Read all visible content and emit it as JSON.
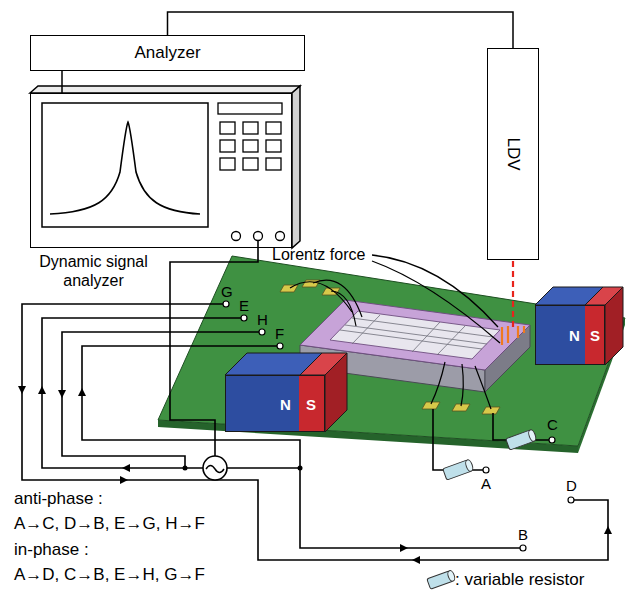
{
  "diagram": {
    "nodes": [
      {
        "text": [
          "Analyzer"
        ]
      },
      {
        "text": [
          "LDV"
        ]
      },
      {
        "text": [
          "Dynamic signal analyzer"
        ]
      },
      {
        "text": [
          "N",
          "S"
        ]
      },
      {
        "text": [
          "N",
          "S"
        ]
      }
    ],
    "edges": [
      {
        "from": 0,
        "to": 1,
        "arrow": "none"
      },
      {
        "from": 0,
        "to": 2,
        "arrow": "none"
      }
    ],
    "labels": [
      "Lorentz force",
      "E",
      "G",
      "H",
      "F",
      "A",
      "C",
      "D",
      "B",
      "anti-phase :",
      "A→C, D→B, E→G, H→F",
      "in-phase :",
      "A→D, C→B, E→H, G→F"
    ],
    "legend": [
      {
        "text": ": variable resistor"
      }
    ]
  }
}
